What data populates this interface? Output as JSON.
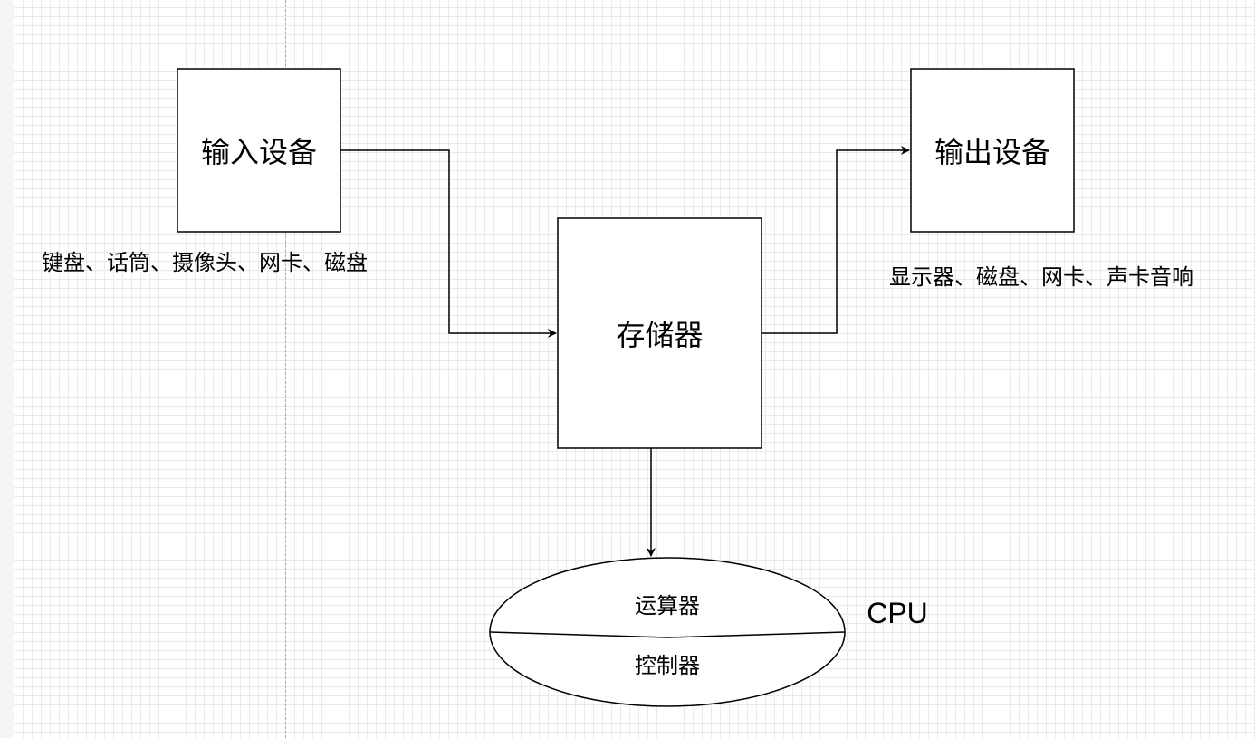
{
  "diagram": {
    "nodes": {
      "input_device": "输入设备",
      "output_device": "输出设备",
      "memory": "存储器",
      "alu": "运算器",
      "controller": "控制器",
      "cpu": "CPU"
    },
    "captions": {
      "input_examples": "键盘、话筒、摄像头、网卡、磁盘",
      "output_examples": "显示器、磁盘、网卡、声卡音响"
    },
    "edges": [
      {
        "from": "输入设备",
        "to": "存储器"
      },
      {
        "from": "存储器",
        "to": "输出设备"
      },
      {
        "from": "存储器",
        "to": "运算器"
      }
    ]
  }
}
